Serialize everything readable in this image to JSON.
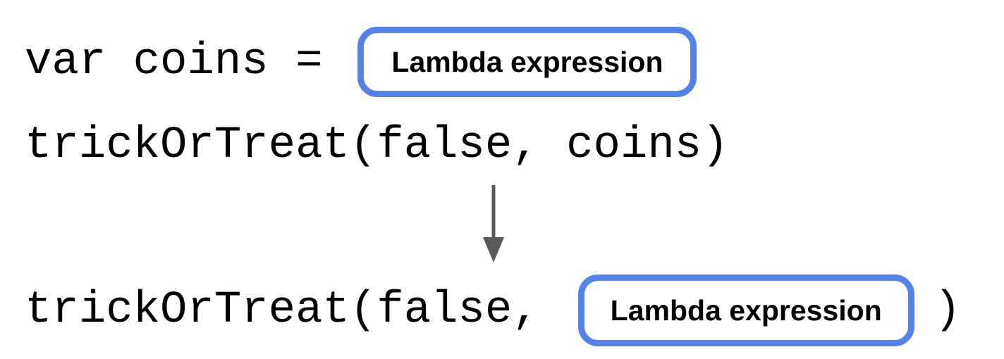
{
  "colors": {
    "badge_border": "#5383e8",
    "arrow": "#58595b",
    "text": "#000000"
  },
  "lines": {
    "assignment": {
      "code": "var coins =",
      "badge_label": "Lambda expression"
    },
    "call_before": {
      "code": "trickOrTreat(false, coins)"
    },
    "call_after": {
      "code_before": "trickOrTreat(false,",
      "badge_label": "Lambda expression",
      "code_after": ")"
    }
  },
  "arrow": {
    "meaning": "transforms-into"
  }
}
